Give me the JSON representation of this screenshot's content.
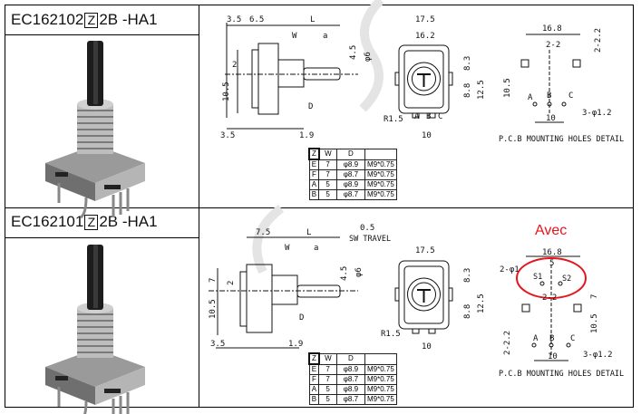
{
  "products": [
    {
      "code_prefix": "EC162102",
      "code_box": "Z",
      "code_suffix": "2B -HA1"
    },
    {
      "code_prefix": "EC162101",
      "code_box": "Z",
      "code_suffix": "2B -HA1"
    }
  ],
  "d1": {
    "side": {
      "a1": "3.5",
      "a2": "6.5",
      "L": "L",
      "W": "W",
      "a": "a",
      "d2": "2",
      "d105": "10.5",
      "d45": "4.5",
      "phi6": "φ6",
      "D": "D",
      "b35": "3.5",
      "b19": "1.9"
    },
    "front": {
      "w175": "17.5",
      "w162": "16.2",
      "h83": "8.3",
      "h88": "8.8",
      "h125": "12.5",
      "r": "R1.5",
      "A": "A",
      "B": "B",
      "C": "C",
      "w10": "10"
    },
    "pcb": {
      "w168": "16.8",
      "s22": "2-2",
      "s222": "2-2.2",
      "h105": "10.5",
      "A": "A",
      "B": "B",
      "C": "C",
      "holes": "3-φ1.2",
      "w10": "10",
      "caption": "P.C.B MOUNTING HOLES DETAIL"
    }
  },
  "d2": {
    "side": {
      "a1": "7.5",
      "L": "L",
      "travel": "0.5",
      "travel_label": "SW TRAVEL",
      "W": "W",
      "a": "a",
      "d7": "7",
      "d2": "2",
      "d105": "10.5",
      "d45": "4.5",
      "phi6": "φ6",
      "D": "D",
      "b35": "3.5",
      "b19": "1.9"
    },
    "front": {
      "w175": "17.5",
      "h83": "8.3",
      "h88": "8.8",
      "h125": "12.5",
      "r": "R1.5",
      "w10": "10"
    },
    "pcb": {
      "note": "Avec",
      "w168": "16.8",
      "w5": "5",
      "sw_holes": "2-φ1",
      "S1": "S1",
      "S2": "S2",
      "s22": "2-2",
      "h7": "7",
      "h105": "10.5",
      "s222": "2-2.2",
      "A": "A",
      "B": "B",
      "C": "C",
      "holes": "3-φ1.2",
      "w10": "10",
      "caption": "P.C.B MOUNTING HOLES DETAIL"
    }
  },
  "table": {
    "headers": [
      "Z",
      "W",
      "D",
      ""
    ],
    "rows": [
      [
        "E",
        "7",
        "φ8.9",
        "M9*0.75"
      ],
      [
        "F",
        "7",
        "φ8.7",
        "M9*0.75"
      ],
      [
        "A",
        "5",
        "φ8.9",
        "M9*0.75"
      ],
      [
        "B",
        "5",
        "φ8.7",
        "M9*0.75"
      ]
    ]
  },
  "colors": {
    "annotation": "#e8141c",
    "line": "#111111"
  }
}
